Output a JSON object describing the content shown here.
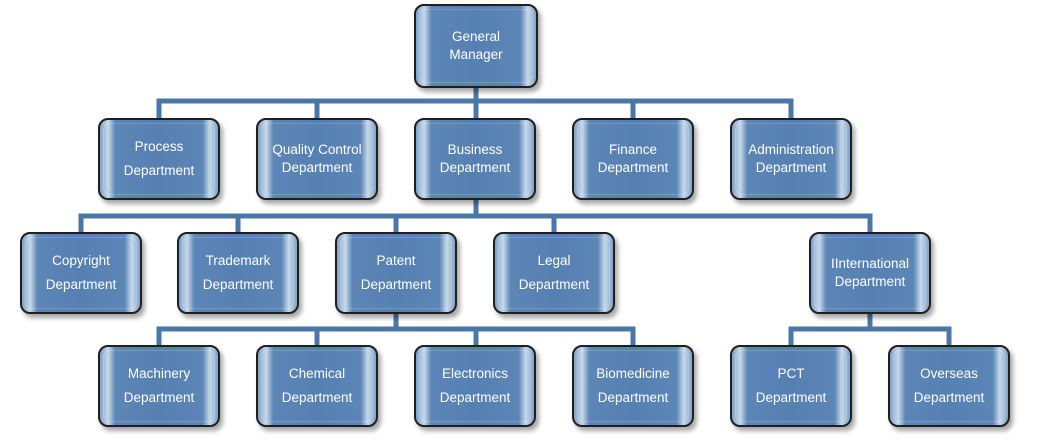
{
  "colors": {
    "box_fill": "#5580b2",
    "box_border": "#1f1f1f",
    "connector": "#4a77a8",
    "text": "#ffffff"
  },
  "nodes": {
    "general_manager": {
      "line1": "General",
      "line2": "Manager"
    },
    "process": {
      "line1": "Process",
      "line2": "Department"
    },
    "quality_control": {
      "line1": "Quality Control",
      "line2": "Department"
    },
    "business": {
      "line1": "Business",
      "line2": "Department"
    },
    "finance": {
      "line1": "Finance",
      "line2": "Department"
    },
    "administration": {
      "line1": "Administration",
      "line2": "Department"
    },
    "copyright": {
      "line1": "Copyright",
      "line2": "Department"
    },
    "trademark": {
      "line1": "Trademark",
      "line2": "Department"
    },
    "patent": {
      "line1": "Patent",
      "line2": "Department"
    },
    "legal": {
      "line1": "Legal",
      "line2": "Department"
    },
    "international": {
      "line1": "IInternational",
      "line2": "Department"
    },
    "machinery": {
      "line1": "Machinery",
      "line2": "Department"
    },
    "chemical": {
      "line1": "Chemical",
      "line2": "Department"
    },
    "electronics": {
      "line1": "Electronics",
      "line2": "Department"
    },
    "biomedicine": {
      "line1": "Biomedicine",
      "line2": "Department"
    },
    "pct": {
      "line1": "PCT",
      "line2": "Department"
    },
    "overseas": {
      "line1": "Overseas",
      "line2": "Department"
    }
  }
}
